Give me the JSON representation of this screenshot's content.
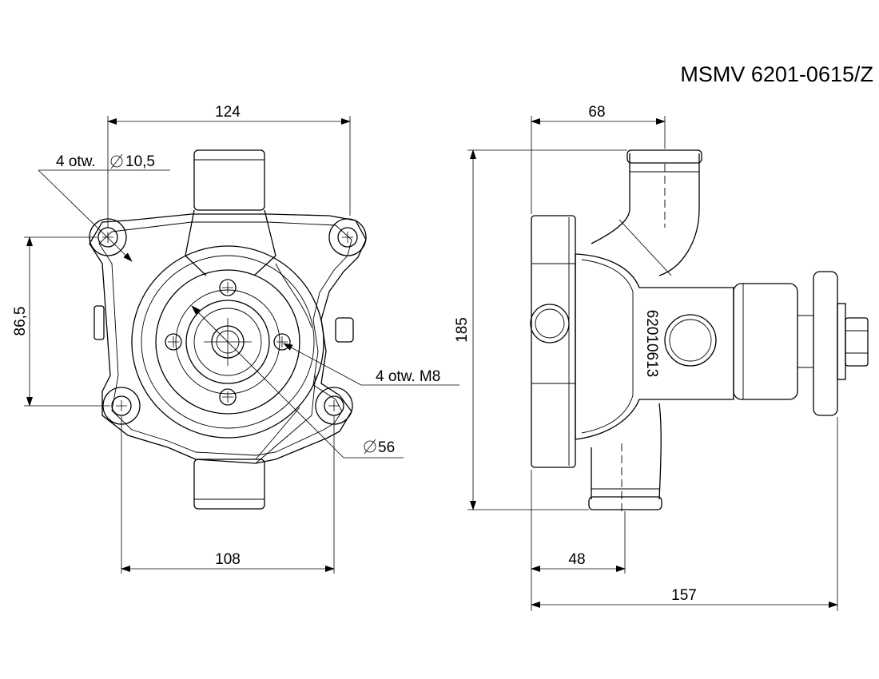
{
  "title": "MSMV 6201-0615/Z",
  "part_number": "62010613",
  "front_view": {
    "width_top": "124",
    "width_bottom": "108",
    "height": "86,5",
    "holes_label": "4 otw.",
    "holes_diameter": "10,5",
    "thread_label": "4 otw. M8",
    "bore_diameter": "56"
  },
  "side_view": {
    "width_top": "68",
    "width_bottom_inner": "48",
    "width_total": "157",
    "height": "185"
  }
}
